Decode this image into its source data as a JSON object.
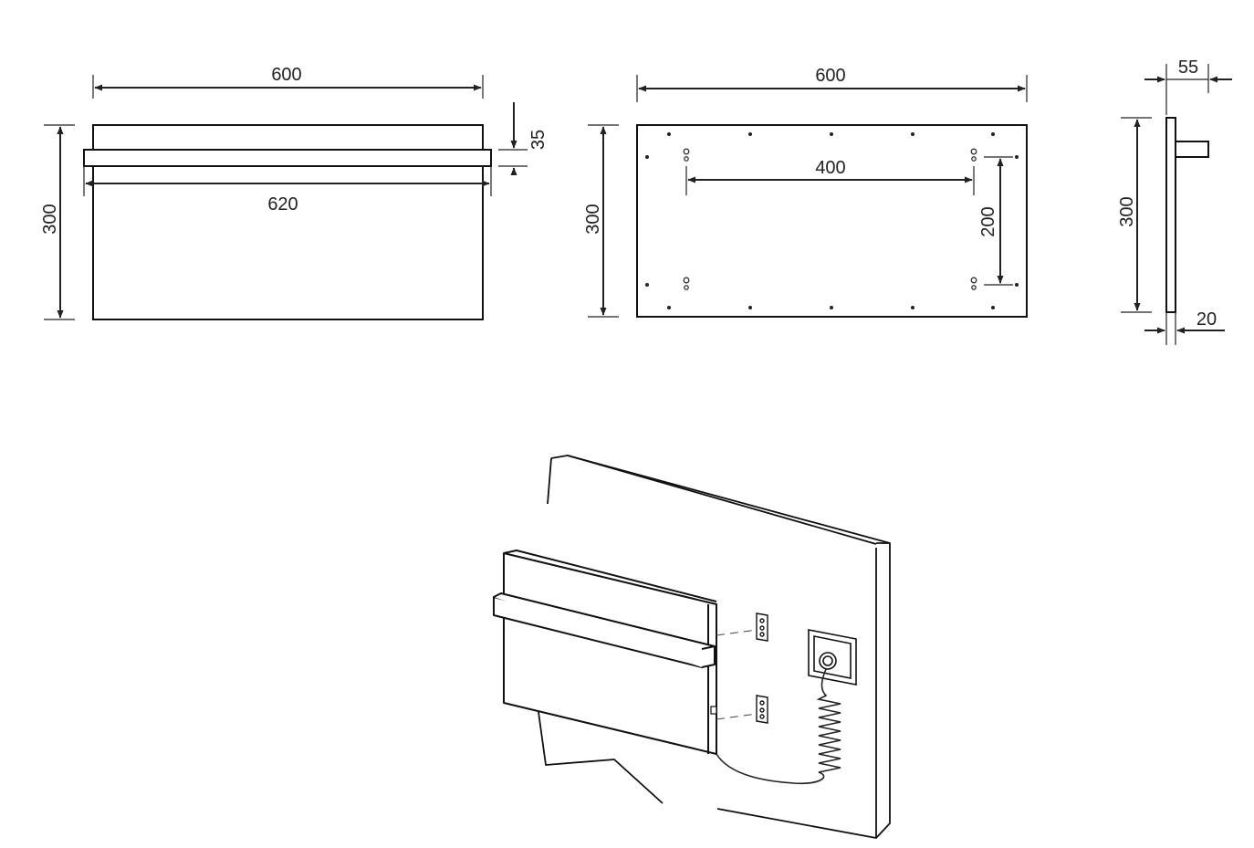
{
  "front_view": {
    "width_label": "600",
    "height_label": "300",
    "bar_width_label": "620",
    "bar_height_label": "35"
  },
  "back_view": {
    "width_label": "600",
    "height_label": "300",
    "hole_spacing_h_label": "400",
    "hole_spacing_v_label": "200"
  },
  "side_view": {
    "bar_depth_label": "55",
    "height_label": "300",
    "thickness_label": "20"
  }
}
